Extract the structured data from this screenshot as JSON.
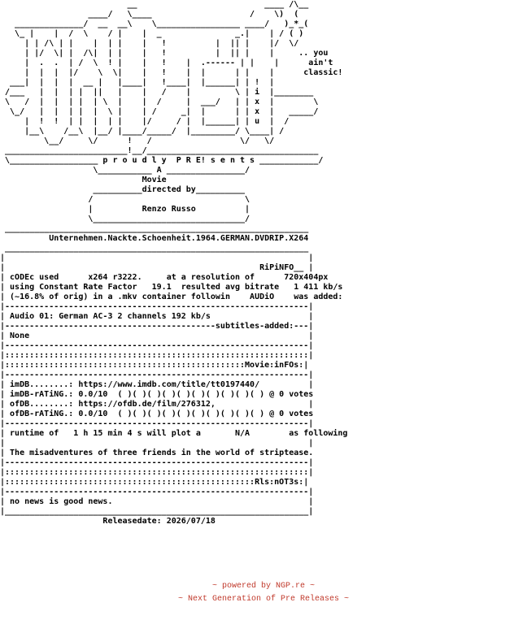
{
  "nfo": {
    "lines": [
      "                          __                          ____ /\\__",
      "                  ____/   \\____                    /    \\)  (",
      "   ______________/  __  __\\    \\_________________ ____/   )_*_(",
      "   \\_ |    |  /  \\    / |    |  _               _.|    | / ( )",
      "     | | /\\ | |    |  | |    |   !          |  || |    |/  \\/",
      "     | |/  \\| |  /\\|  | |    |   !          |  || |    |     .. you",
      "     |  .  .  | /  \\  ! |    |   !    |  .------ | |    |      ain't",
      "     |  |  |  |/    \\  \\|    |   !    |  |      | |    |      classic!",
      "  ___|  |  |  |  __ |   |____|   !____|  |______| | !  |",
      " /___   |  |  | |  ||   |    |   /    |         \\ | i  |________",
      " \\   /  |  |  | |  | \\  |    |  /     |  ___/   | | x  |        \\",
      "  \\_/   |  |  | |  |  \\ |    | /     _|  |      | | x  |   _____/",
      "     |  !  !  | |  |  | |    |/     / |  |______| | u  |  /",
      "     |__\\    /__\\  |__/ |____/_____/  |_________/ \\____| /",
      "         \\__/     \\/      !   /                  \\/   \\/",
      " _________________________!__/___________________________________",
      " \\__________________ p r o u d l y  P R E! s e n t s ____________/",
      "                   \\___________ A ________________/",
      "                             Movie",
      "                   __________directed by__________",
      "                  /                               \\",
      "                  |          Renzo Russo          |",
      "                  \\_______________________________/",
      " ______________________________________________________________",
      "          Unternehmen.Nackte.Schoenheit.1964.GERMAN.DVDRIP.X264",
      " ______________________________________________________________",
      "|                                                              |",
      "|                                                    RiPiNFO__ |",
      "| cODEc used      x264 r3222.     at a resolution of      720x404px",
      "| using Constant Rate Factor   19.1  resulted avg bitrate   1 411 kb/s",
      "| (~16.8% of orig) in a .mkv container followin    AUDiO    was added:",
      "|--------------------------------------------------------------|",
      "| Audio 01: German AC-3 2 channels 192 kb/s                    |",
      "|-------------------------------------------subtitles-added:---|",
      "| None                                                         |",
      "|--------------------------------------------------------------|",
      "|::::::::::::::::::::::::::::::::::::::::::::::::::::::::::::::|",
      "|:::::::::::::::::::::::::::::::::::::::::::::::::Movie:inFOs:|",
      "|--------------------------------------------------------------|",
      "| imDB........: https://www.imdb.com/title/tt0197440/          |",
      "| imDB-rATiNG.: 0.0/10  ( )( )( )( )( )( )( )( )( )( ) @ 0 votes",
      "| ofDB........: https://ofdb.de/film/276312,                   |",
      "| ofDB-rATiNG.: 0.0/10  ( )( )( )( )( )( )( )( )( )( ) @ 0 votes",
      "|--------------------------------------------------------------|",
      "| runtime of   1 h 15 min 4 s will plot a       N/A        as following",
      "|                                                              |",
      "| The misadventures of three friends in the world of striptease.",
      "|--------------------------------------------------------------|",
      "|::::::::::::::::::::::::::::::::::::::::::::::::::::::::::::::|",
      "|:::::::::::::::::::::::::::::::::::::::::::::::::::Rls:nOT3s:|",
      "|--------------------------------------------------------------|",
      "| no news is good news.                                        |",
      "|______________________________________________________________|",
      "                     Releasedate: 2026/07/18"
    ]
  },
  "footer": {
    "line1": "~ powered by NGP.re ~",
    "line2": "~ Next Generation of Pre Releases ~"
  },
  "colors": {
    "text": "#000000",
    "footer": "#c0392b",
    "background": "#ffffff"
  }
}
